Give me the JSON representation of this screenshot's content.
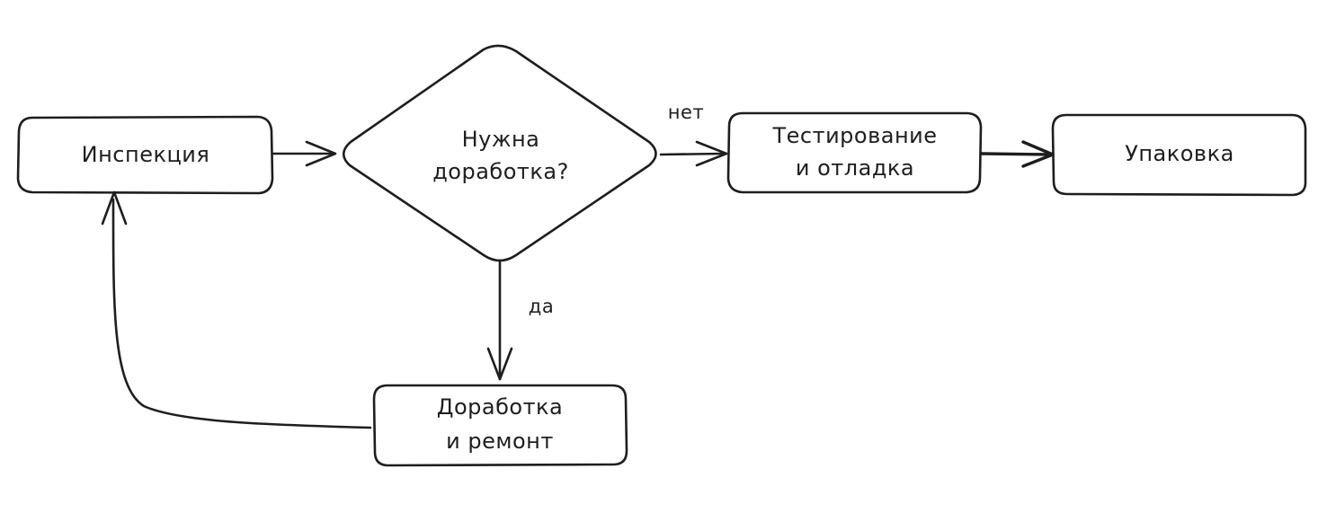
{
  "nodes": {
    "inspection": {
      "label": "Инспекция"
    },
    "decision": {
      "line1": "Нужна",
      "line2": "доработка?"
    },
    "testing": {
      "line1": "Тестирование",
      "line2": "и отладка"
    },
    "packaging": {
      "label": "Упаковка"
    },
    "rework": {
      "line1": "Доработка",
      "line2": "и ремонт"
    }
  },
  "edges": {
    "no_label": "нет",
    "yes_label": "да"
  },
  "colors": {
    "stroke": "#1e1e1e",
    "background": "#ffffff"
  }
}
